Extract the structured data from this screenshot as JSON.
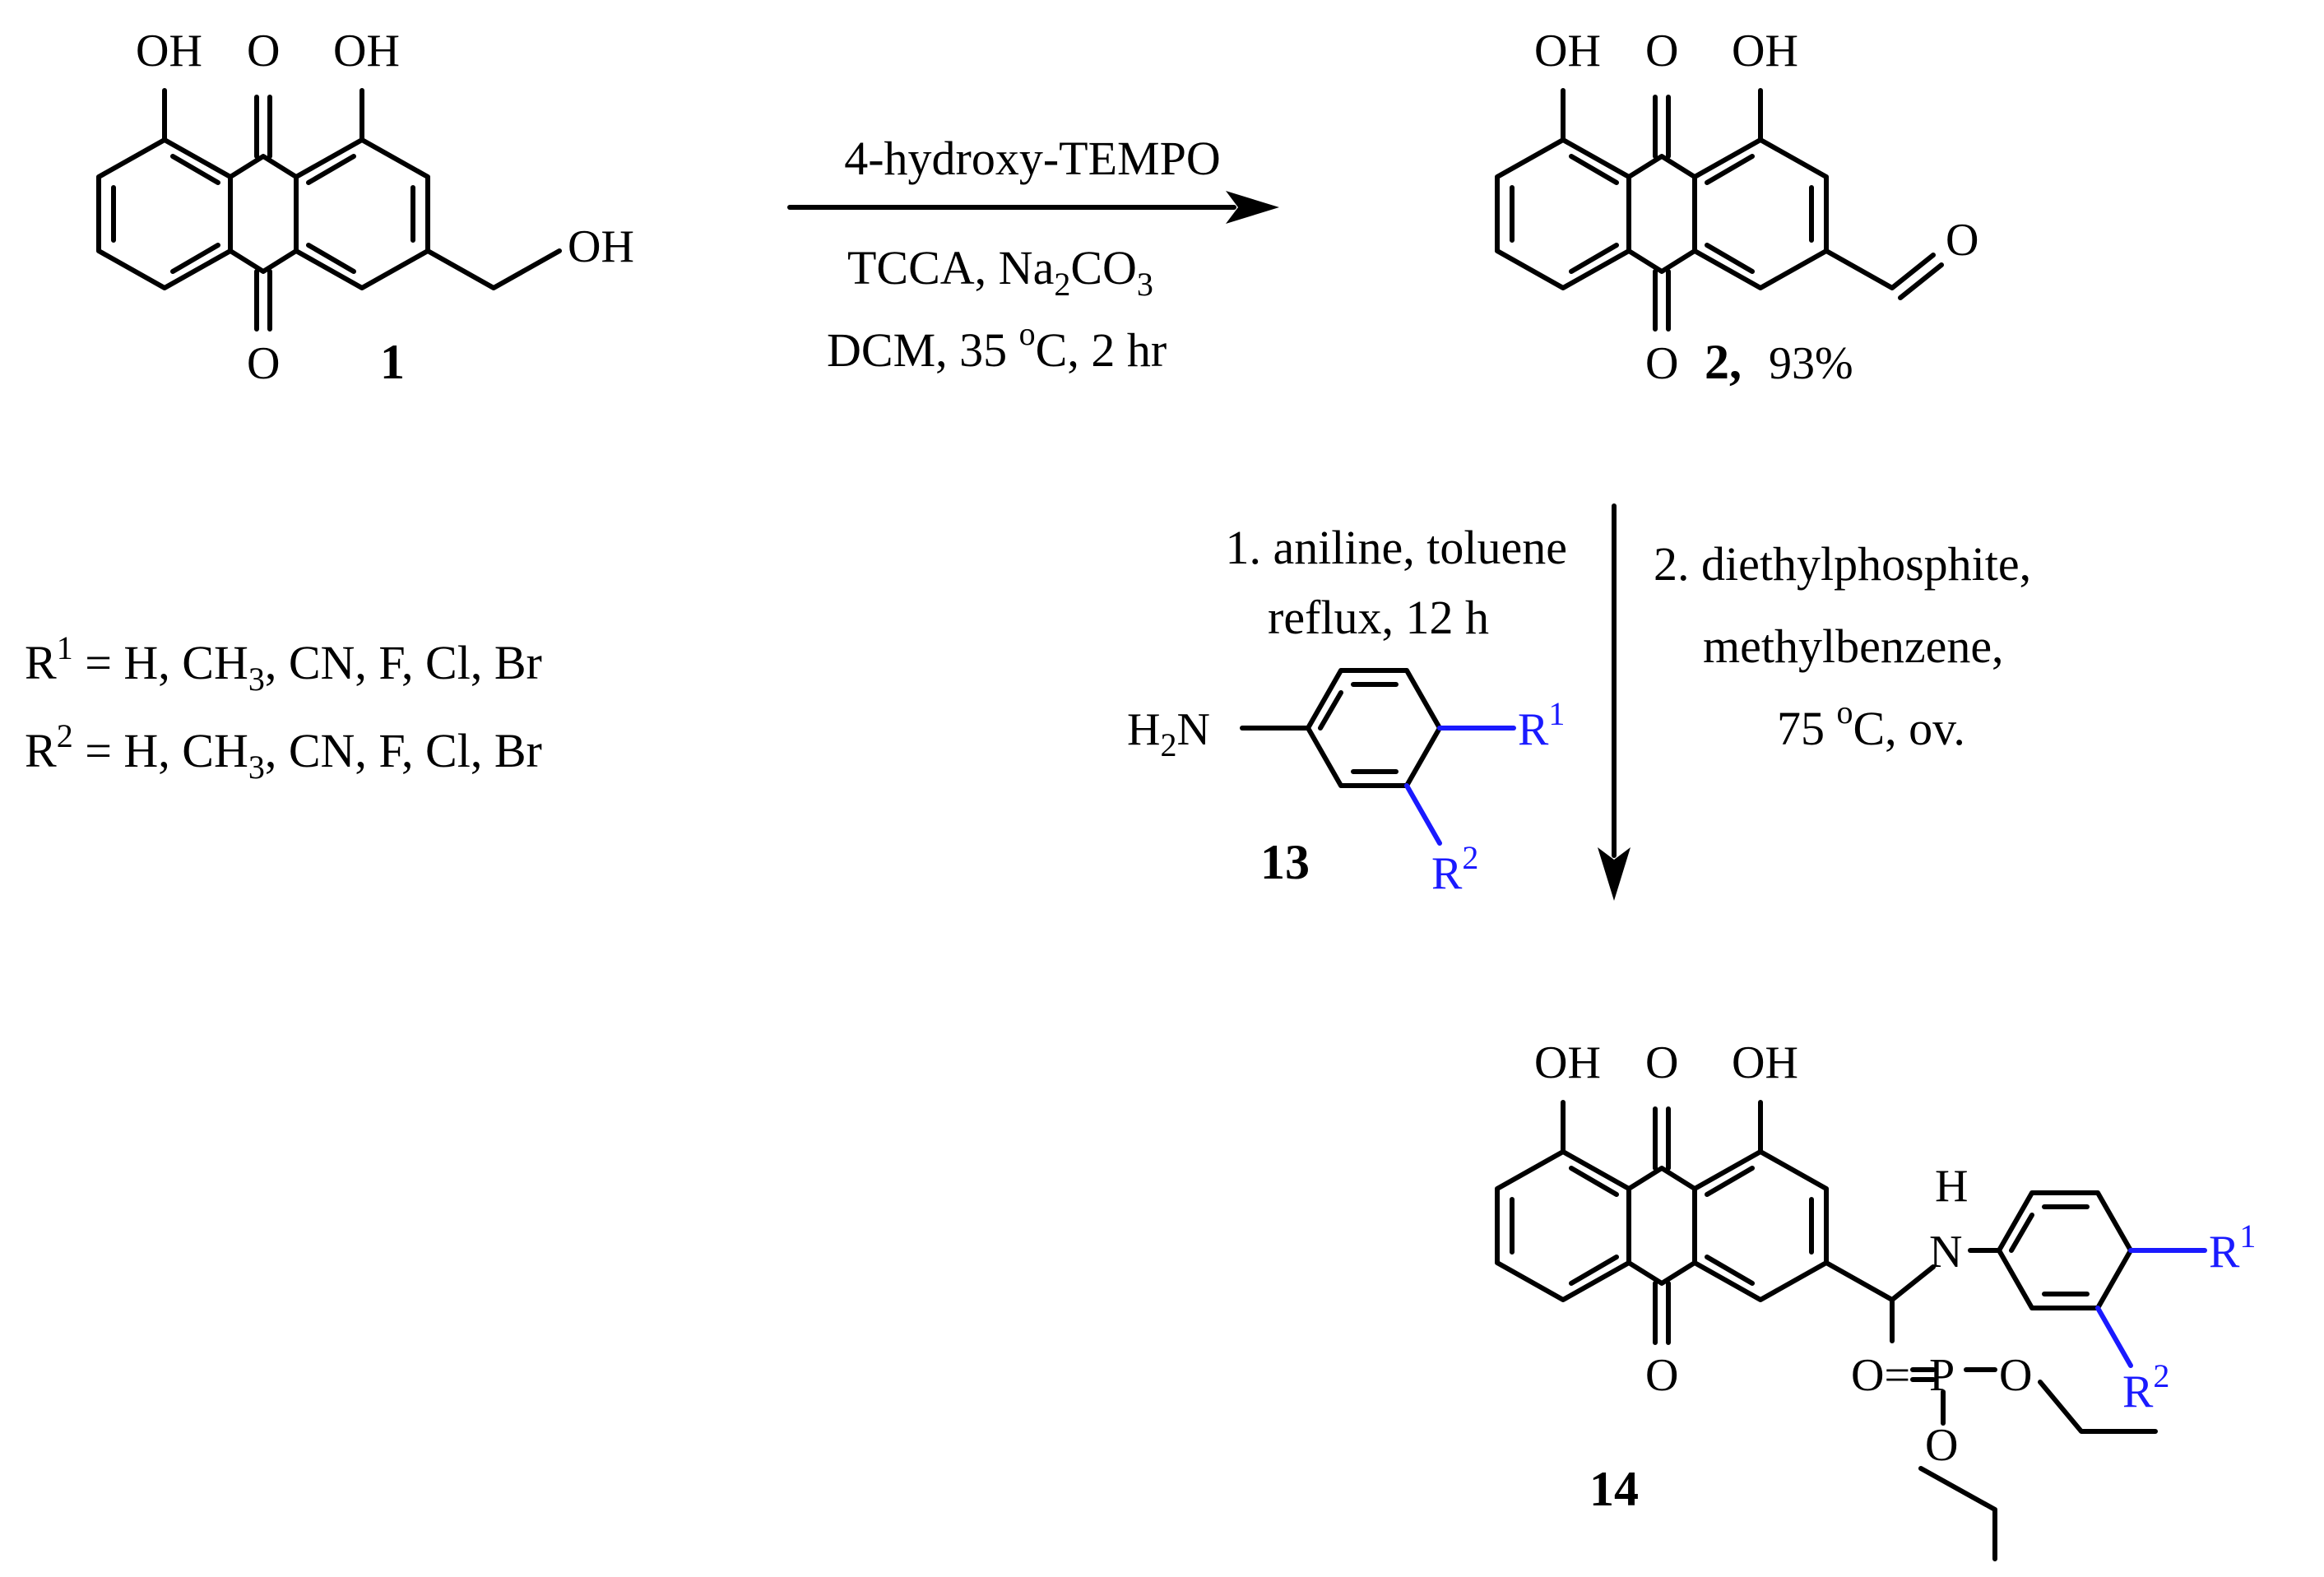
{
  "atoms": {
    "oh": "OH",
    "o": "O",
    "h": "H",
    "n": "N",
    "p": "P",
    "o_eq": "O="
  },
  "compounds": {
    "c1": "1",
    "c2": "2,",
    "c2_yield": "93%",
    "c13": "13",
    "c14": "14"
  },
  "step1": {
    "reagent": "4-hydroxy-TEMPO",
    "line2_a": "TCCA, Na",
    "line2_sub": "2",
    "line2_b": "CO",
    "line2_sub2": "3",
    "line3": "DCM, 35 ",
    "line3_sup": "o",
    "line3_end": "C, 2 hr"
  },
  "step2": {
    "left_line1": "1. aniline, toluene",
    "left_line2": "reflux, 12 h",
    "right_line1": "2. diethylphosphite,",
    "right_line2": "methylbenzene,",
    "right_line3_a": "75 ",
    "right_line3_sup": "o",
    "right_line3_b": "C, ov."
  },
  "aniline": {
    "h": "H",
    "sub": "2",
    "n": "N"
  },
  "substituents": {
    "r": "R",
    "sup1": "1",
    "sup2": "2",
    "r1_def": " = H, CH",
    "r1_sub": "3",
    "r1_rest": ", CN, F, Cl, Br",
    "r2_def": " = H, CH",
    "r2_sub": "3",
    "r2_rest": ", CN, F, Cl, Br"
  },
  "colors": {
    "substituent": "#1a1aff",
    "ink": "#000000"
  }
}
